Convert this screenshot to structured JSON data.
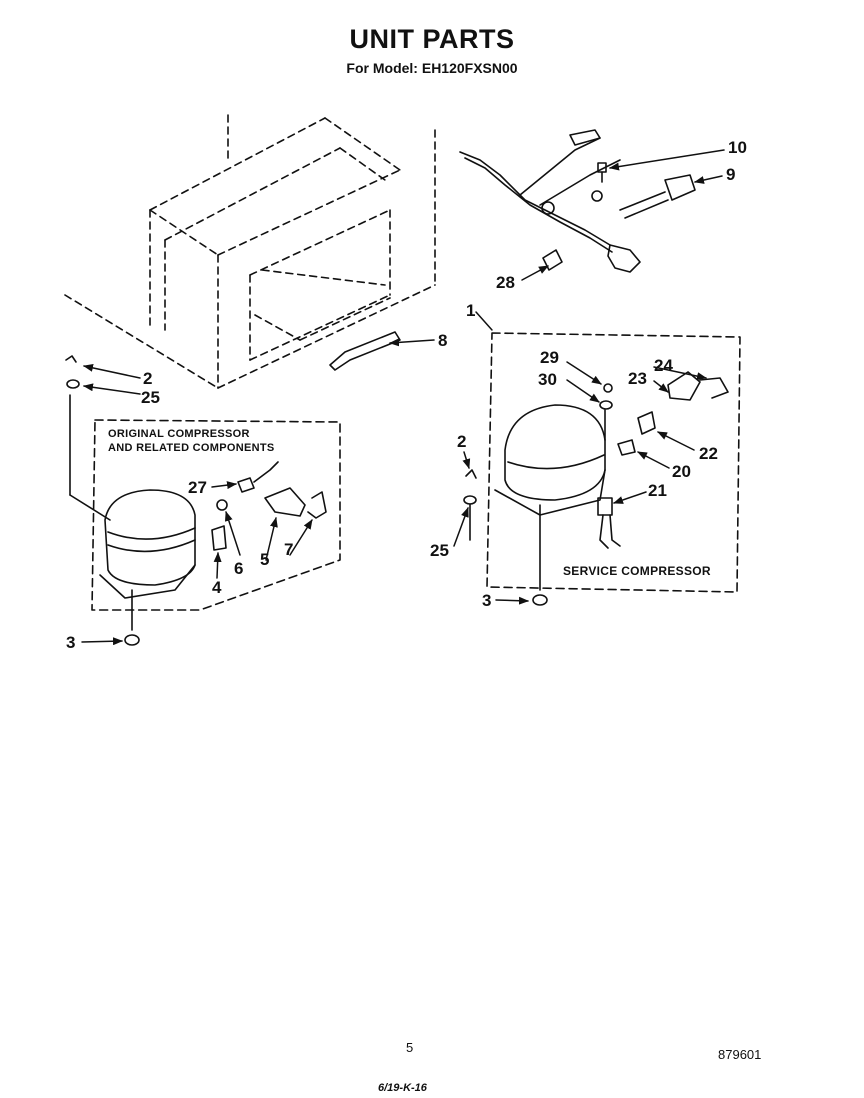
{
  "header": {
    "title": "UNIT PARTS",
    "model_line": "For Model: EH120FXSN00"
  },
  "groups": {
    "original": {
      "label_line1": "ORIGINAL COMPRESSOR",
      "label_line2": "AND RELATED COMPONENTS"
    },
    "service": {
      "label": "SERVICE COMPRESSOR"
    }
  },
  "callouts": {
    "c1": "1",
    "c2_left": "2",
    "c2_right": "2",
    "c3_left": "3",
    "c3_right": "3",
    "c4": "4",
    "c5": "5",
    "c6": "6",
    "c7": "7",
    "c8": "8",
    "c9": "9",
    "c10": "10",
    "c20": "20",
    "c21": "21",
    "c22": "22",
    "c23": "23",
    "c24": "24",
    "c25_left": "25",
    "c25_right": "25",
    "c27": "27",
    "c28": "28",
    "c29": "29",
    "c30": "30"
  },
  "footer": {
    "page_number": "5",
    "doc_number": "879601",
    "handwritten_note": "6/19-K-16"
  },
  "colors": {
    "ink": "#111111",
    "paper": "#ffffff"
  }
}
